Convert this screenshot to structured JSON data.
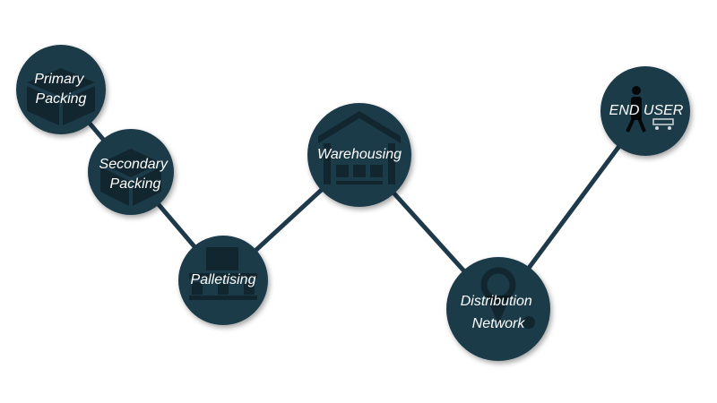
{
  "diagram": {
    "nodes": [
      {
        "id": "primary-packing",
        "lines": [
          "Primary",
          "Packing"
        ],
        "icon": "box-icon"
      },
      {
        "id": "secondary-packing",
        "lines": [
          "Secondary",
          "Packing"
        ],
        "icon": "box-icon"
      },
      {
        "id": "palletising",
        "lines": [
          "Palletising"
        ],
        "icon": "pallet-icon"
      },
      {
        "id": "warehousing",
        "lines": [
          "Warehousing"
        ],
        "icon": "warehouse-icon"
      },
      {
        "id": "distribution-network",
        "lines": [
          "Distribution",
          "Network"
        ],
        "icon": "location-pin-icon"
      },
      {
        "id": "end-user",
        "lines": [
          "END USER"
        ],
        "icon": "shopper-cart-icon"
      }
    ],
    "node_color": "#1e3a4a",
    "label_color": "#ffffff"
  }
}
